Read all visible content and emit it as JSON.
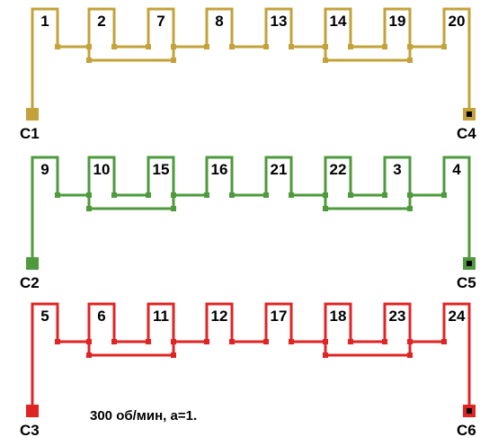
{
  "caption": "300 об/мин, a=1.",
  "phases": [
    {
      "id": "phase-1",
      "color": "#c4a23a",
      "slots": [
        "1",
        "2",
        "7",
        "8",
        "13",
        "14",
        "19",
        "20"
      ],
      "start_terminal": {
        "label": "C1",
        "marker": "filled"
      },
      "end_terminal": {
        "label": "C4",
        "marker": "dot"
      }
    },
    {
      "id": "phase-2",
      "color": "#4e9a3c",
      "slots": [
        "9",
        "10",
        "15",
        "16",
        "21",
        "22",
        "3",
        "4"
      ],
      "start_terminal": {
        "label": "C2",
        "marker": "filled"
      },
      "end_terminal": {
        "label": "C5",
        "marker": "dot"
      }
    },
    {
      "id": "phase-3",
      "color": "#e02424",
      "slots": [
        "5",
        "6",
        "11",
        "12",
        "17",
        "18",
        "23",
        "24"
      ],
      "start_terminal": {
        "label": "C3",
        "marker": "filled"
      },
      "end_terminal": {
        "label": "C6",
        "marker": "dot"
      }
    }
  ]
}
